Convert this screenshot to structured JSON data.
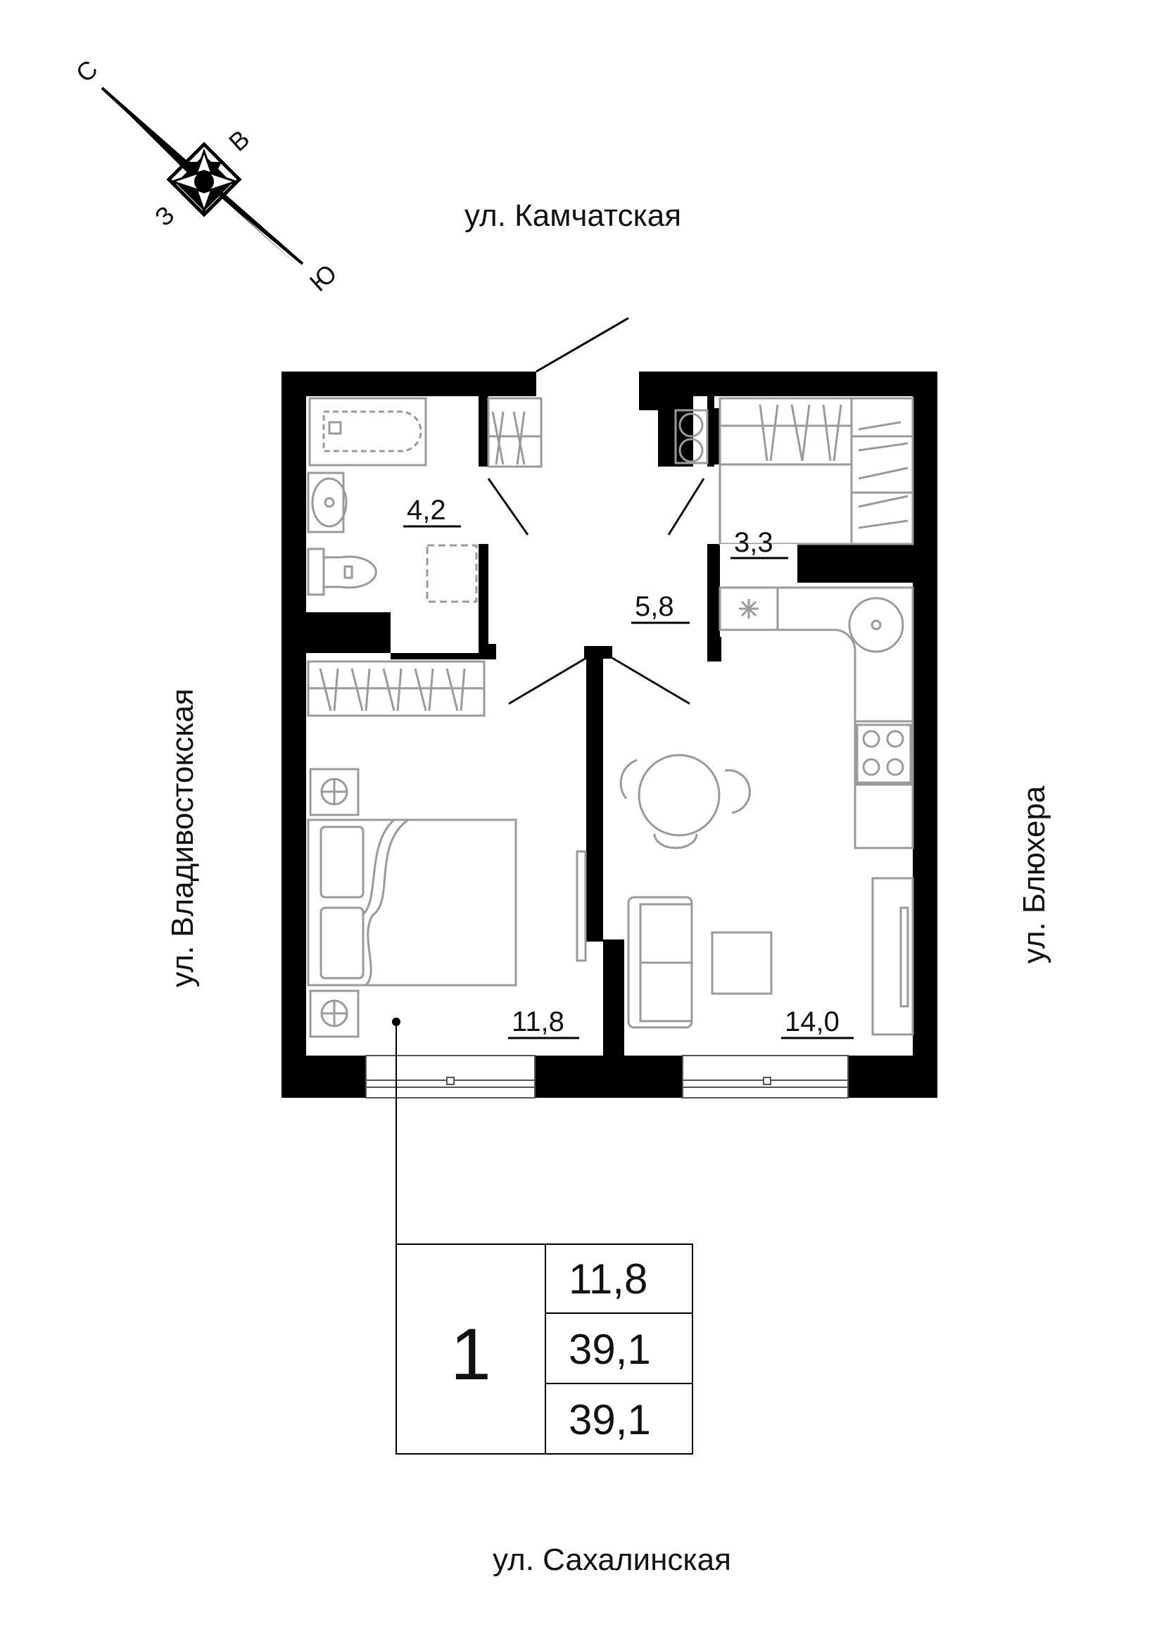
{
  "streets": {
    "north": "ул. Камчатская",
    "south": "ул. Сахалинская",
    "west": "ул. Владивостокская",
    "east": "ул. Блюхера"
  },
  "compass": {
    "north": "С",
    "east": "В",
    "south": "Ю",
    "west": "З"
  },
  "rooms": {
    "bathroom_area": "4,2",
    "storage_area": "3,3",
    "hall_area": "5,8",
    "bedroom_area": "11,8",
    "kitchen_living_area": "14,0"
  },
  "summary": {
    "room_count": "1",
    "living_area": "11,8",
    "total_area": "39,1",
    "total_area_with_balcony": "39,1"
  },
  "colors": {
    "wall": "#000000",
    "furniture": "#9a9a9a",
    "line": "#111111"
  }
}
